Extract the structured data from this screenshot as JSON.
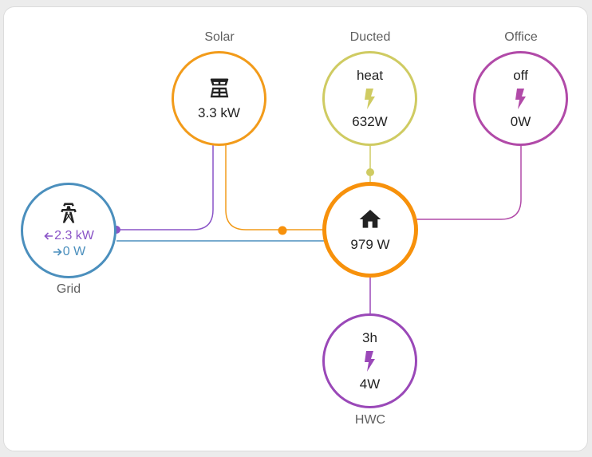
{
  "colors": {
    "solar": "#f29b1a",
    "grid": "#4b8fbd",
    "grid_import": "#8a54c7",
    "home": "#f7910b",
    "ducted": "#cfcb62",
    "office": "#b14aa8",
    "hwc": "#9a48b8",
    "text": "#222222",
    "caption": "#5f5f5f"
  },
  "icons": {
    "solar": "solar-panel-icon",
    "grid": "transmission-tower-icon",
    "home": "home-icon",
    "ducted": "flash-icon",
    "office": "flash-icon",
    "hwc": "flash-icon",
    "import": "arrow-left-icon",
    "export": "arrow-right-icon"
  },
  "solar": {
    "name": "Solar",
    "power": "3.3 kW"
  },
  "grid": {
    "name": "Grid",
    "import": "2.3 kW",
    "export": "0 W"
  },
  "home": {
    "power": "979 W"
  },
  "ducted": {
    "name": "Ducted",
    "state": "heat",
    "power": "632W"
  },
  "office": {
    "name": "Office",
    "state": "off",
    "power": "0W"
  },
  "hwc": {
    "name": "HWC",
    "state": "3h",
    "power": "4W"
  }
}
